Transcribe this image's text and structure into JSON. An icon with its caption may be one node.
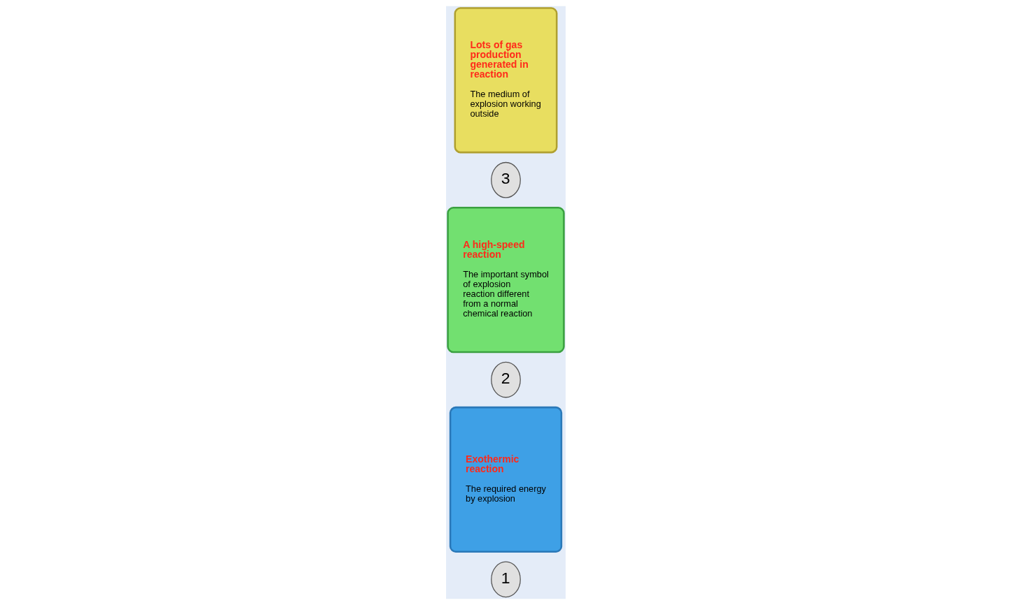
{
  "diagram": {
    "nodes": [
      {
        "text": [
          "1"
        ]
      },
      {
        "text": [
          "Exothermic reaction",
          "The required energy by explosion"
        ]
      },
      {
        "text": [
          "2"
        ]
      },
      {
        "text": [
          "A high-speed reaction",
          "The important symbol of explosion reaction different from a normal chemical reaction"
        ]
      },
      {
        "text": [
          "3"
        ]
      },
      {
        "text": [
          "Lots of gas production generated in reaction",
          "The medium of explosion working outside"
        ]
      }
    ]
  }
}
